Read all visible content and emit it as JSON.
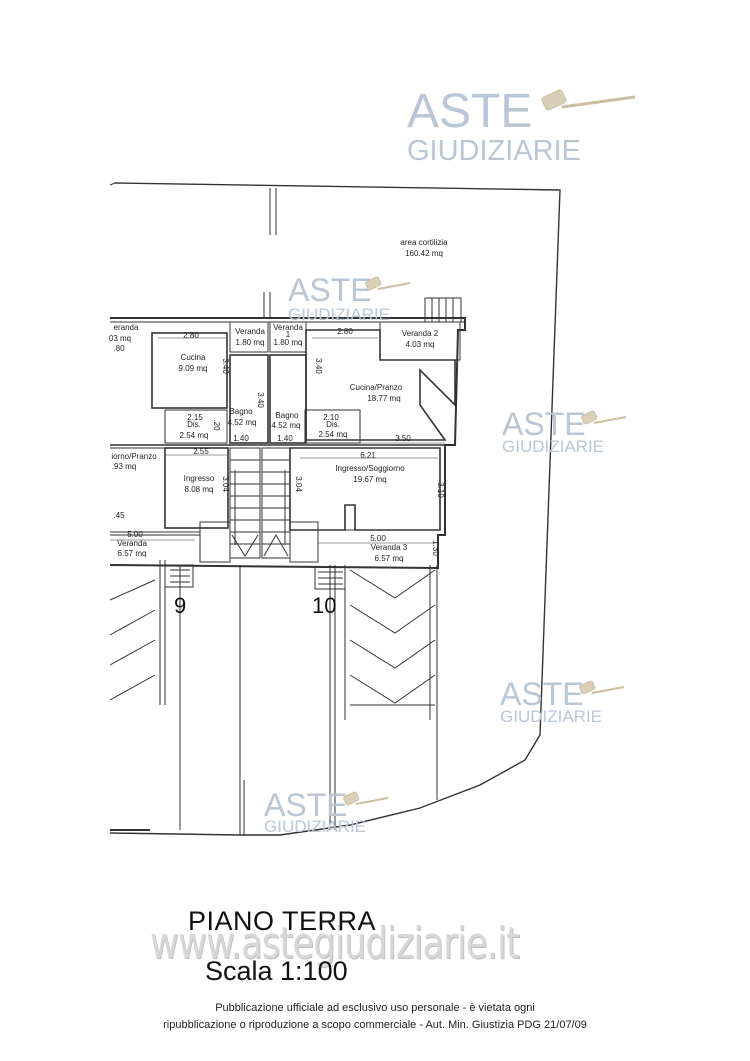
{
  "watermarks": [
    {
      "line1": "ASTE",
      "line2": "GIUDIZIARIE"
    },
    {
      "line1": "ASTE",
      "line2": "GIUDIZIARIE"
    },
    {
      "line1": "ASTE",
      "line2": "GIUDIZIARIE"
    },
    {
      "line1": "ASTE",
      "line2": "GIUDIZIARIE"
    },
    {
      "line1": "ASTE",
      "line2": "GIUDIZIARIE"
    }
  ],
  "rooms": {
    "area_cortilizia": {
      "name": "area cortilizia",
      "area": "160.42 mq"
    },
    "veranda_left": {
      "name": "eranda",
      "area": "03 mq",
      "extra": ".80"
    },
    "cucina": {
      "name": "Cucina",
      "area": "9.09 mq"
    },
    "veranda_a": {
      "name": "Veranda",
      "area": "1.80 mq"
    },
    "veranda_1": {
      "name": "Veranda",
      "sub": "1",
      "area": "1.80 mq"
    },
    "veranda_2": {
      "name": "Veranda 2",
      "area": "4.03 mq"
    },
    "cucina_pranzo": {
      "name": "Cucina/Pranzo",
      "area": "18.77 mq"
    },
    "bagno_a": {
      "name": "Bagno",
      "area": "4.52 mq"
    },
    "bagno_b": {
      "name": "Bagno",
      "area": "4.52 mq"
    },
    "dis_a": {
      "name": "Dis.",
      "area": "2.54 mq"
    },
    "dis_b": {
      "name": "Dis.",
      "area": "2.54 mq"
    },
    "soggiorno_left": {
      "name": "iorno/Pranzo",
      "area": ".93 mq"
    },
    "ingresso": {
      "name": "Ingresso",
      "area": "8.08 mq"
    },
    "ingresso_soggiorno": {
      "name": "Ingresso/Soggiorno",
      "area": "19.67 mq"
    },
    "veranda_b": {
      "name": "Veranda",
      "area": "6.57 mq"
    },
    "veranda_3": {
      "name": "Veranda 3",
      "area": "6.57 mq"
    }
  },
  "dimensions": [
    "2.80",
    "3.40",
    "3.40",
    "2.80",
    "3.40",
    "2.15",
    ".20",
    "1.40",
    "1.40",
    "2.10",
    "3.50",
    "2.55",
    "6.21",
    "3.04",
    "3.04",
    "3.10",
    ".45",
    "5.00",
    "5.00",
    "1.30"
  ],
  "unit_numbers": [
    "9",
    "10"
  ],
  "title": "PIANO TERRA",
  "scale": "Scala 1:100",
  "website": "www.astegiudiziarie.it",
  "footer": {
    "line1": "Pubblicazione ufficiale ad esclusivo uso personale - è vietata ogni",
    "line2": "ripubblicazione o riproduzione a scopo commerciale - Aut. Min. Giustizia PDG 21/07/09"
  }
}
